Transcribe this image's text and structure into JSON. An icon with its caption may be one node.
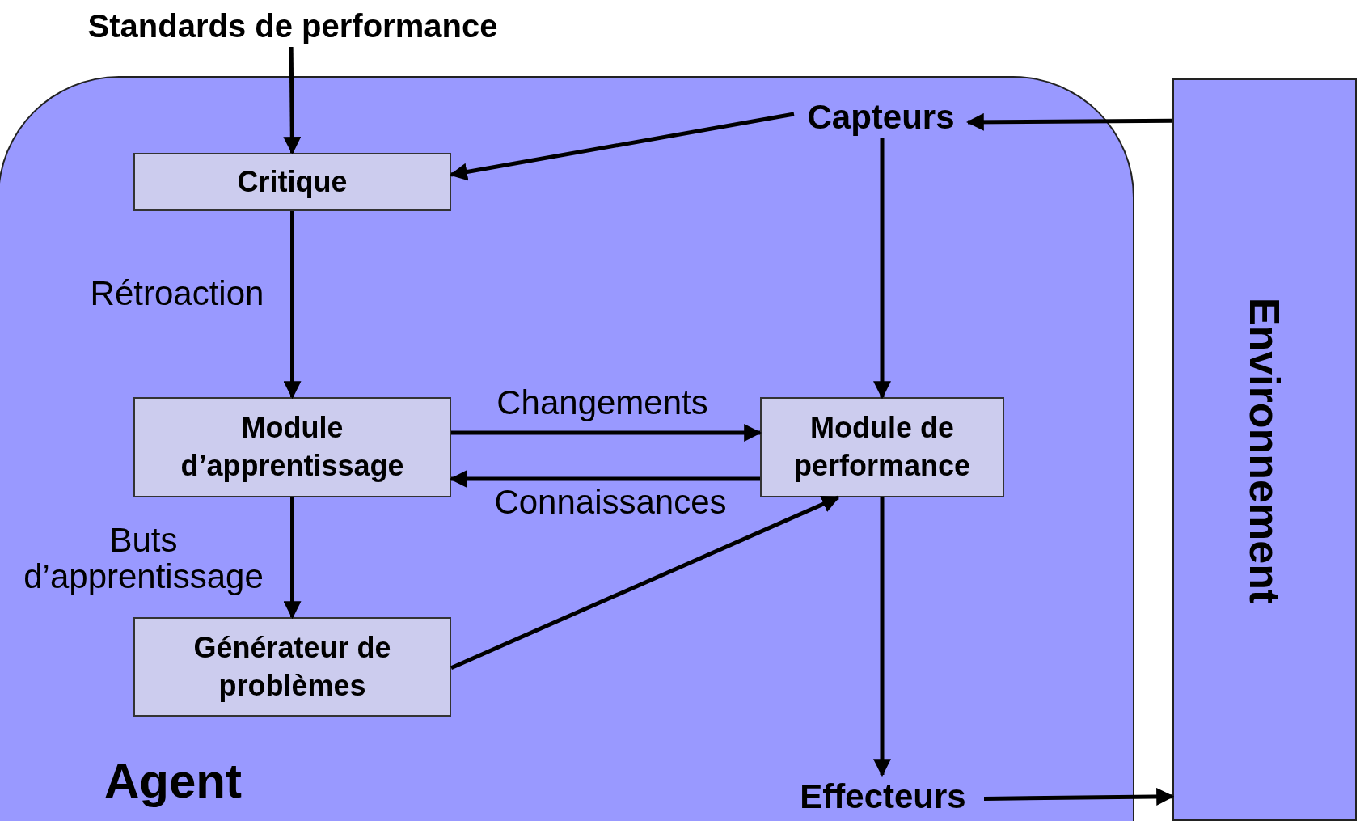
{
  "diagram": {
    "nodes": [
      {
        "text": [
          "Standards de performance"
        ]
      },
      {
        "text": [
          "Agent"
        ]
      },
      {
        "text": [
          "Critique"
        ],
        "in": 1
      },
      {
        "text": [
          "Capteurs"
        ],
        "in": 1
      },
      {
        "text": [
          "Module d’apprentissage"
        ],
        "in": 1
      },
      {
        "text": [
          "Module de performance"
        ],
        "in": 1
      },
      {
        "text": [
          "Générateur de problèmes"
        ],
        "in": 1
      },
      {
        "text": [
          "Effecteurs"
        ],
        "in": 1
      },
      {
        "text": [
          "Environnement"
        ]
      }
    ],
    "edges": [
      {
        "from": 0,
        "to": 2,
        "arrow": "to"
      },
      {
        "from": 3,
        "to": 2,
        "arrow": "to"
      },
      {
        "from": 8,
        "to": 3,
        "arrow": "to"
      },
      {
        "from": 3,
        "to": 5,
        "arrow": "to"
      },
      {
        "from": 2,
        "to": 4,
        "arrow": "to",
        "label": "Rétroaction"
      },
      {
        "from": 4,
        "to": 5,
        "arrow": "to",
        "label": "Changements"
      },
      {
        "from": 5,
        "to": 4,
        "arrow": "to",
        "label": "Connaissances"
      },
      {
        "from": 4,
        "to": 6,
        "arrow": "to",
        "label": "Buts d’apprentissage"
      },
      {
        "from": 6,
        "to": 5,
        "arrow": "to"
      },
      {
        "from": 5,
        "to": 7,
        "arrow": "to"
      },
      {
        "from": 7,
        "to": 8,
        "arrow": "to"
      }
    ]
  }
}
